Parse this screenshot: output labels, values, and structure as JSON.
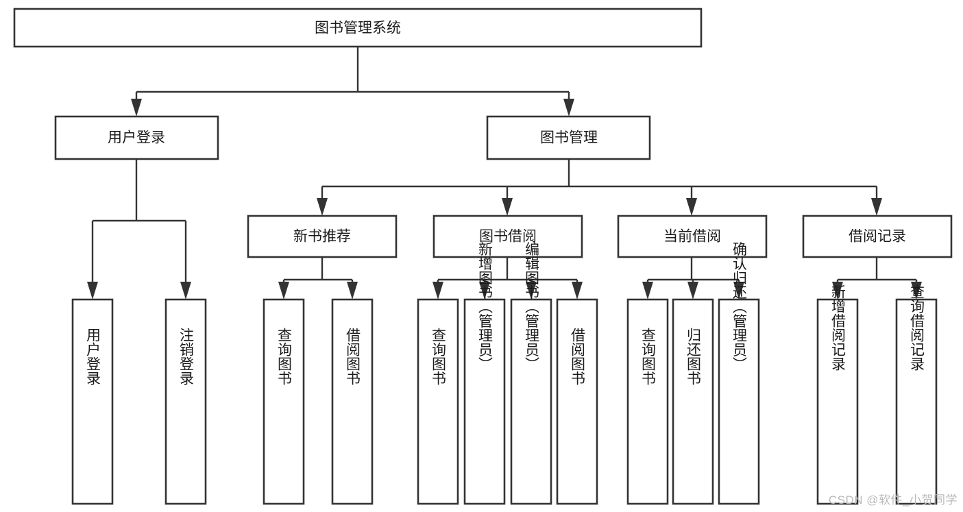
{
  "diagram": {
    "type": "tree-hierarchy-chart",
    "title": "图书管理系统",
    "colors": {
      "box_stroke": "#333333",
      "box_fill": "#ffffff",
      "text": "#1b1b1b",
      "canvas": "#ffffff",
      "watermark": "#b9b9b9"
    },
    "levels": [
      {
        "level": 1,
        "nodes": [
          {
            "id": "root",
            "label": "图书管理系统",
            "orientation": "horizontal"
          }
        ]
      },
      {
        "level": 2,
        "nodes": [
          {
            "id": "user-login",
            "label": "用户登录",
            "orientation": "horizontal",
            "parent": "root"
          },
          {
            "id": "book-manage",
            "label": "图书管理",
            "orientation": "horizontal",
            "parent": "root"
          }
        ]
      },
      {
        "level": 3,
        "nodes": [
          {
            "id": "new-book-rec",
            "label": "新书推荐",
            "orientation": "horizontal",
            "parent": "book-manage"
          },
          {
            "id": "book-borrow",
            "label": "图书借阅",
            "orientation": "horizontal",
            "parent": "book-manage"
          },
          {
            "id": "current-borrow",
            "label": "当前借阅",
            "orientation": "horizontal",
            "parent": "book-manage"
          },
          {
            "id": "borrow-record",
            "label": "借阅记录",
            "orientation": "horizontal",
            "parent": "book-manage"
          }
        ]
      },
      {
        "level": 4,
        "nodes": [
          {
            "id": "leaf-user-login",
            "label": "用户登录",
            "orientation": "vertical",
            "parent": "user-login"
          },
          {
            "id": "leaf-logout",
            "label": "注销登录",
            "orientation": "vertical",
            "parent": "user-login"
          },
          {
            "id": "leaf-query-book-1",
            "label": "查询图书",
            "orientation": "vertical",
            "parent": "new-book-rec"
          },
          {
            "id": "leaf-borrow-book-1",
            "label": "借阅图书",
            "orientation": "vertical",
            "parent": "new-book-rec"
          },
          {
            "id": "leaf-query-book-2",
            "label": "查询图书",
            "orientation": "vertical",
            "parent": "book-borrow"
          },
          {
            "id": "leaf-add-book",
            "label": "新增图书（管理员）",
            "orientation": "vertical",
            "parent": "book-borrow"
          },
          {
            "id": "leaf-edit-book",
            "label": "编辑图书（管理员）",
            "orientation": "vertical",
            "parent": "book-borrow"
          },
          {
            "id": "leaf-borrow-book-2",
            "label": "借阅图书",
            "orientation": "vertical",
            "parent": "book-borrow"
          },
          {
            "id": "leaf-query-book-3",
            "label": "查询图书",
            "orientation": "vertical",
            "parent": "current-borrow"
          },
          {
            "id": "leaf-return-book",
            "label": "归还图书",
            "orientation": "vertical",
            "parent": "current-borrow"
          },
          {
            "id": "leaf-confirm-return",
            "label": "确认归还（管理员）",
            "orientation": "vertical",
            "parent": "current-borrow"
          },
          {
            "id": "leaf-add-record",
            "label": "新增借阅记录",
            "orientation": "vertical",
            "parent": "borrow-record"
          },
          {
            "id": "leaf-query-record",
            "label": "查询借阅记录",
            "orientation": "vertical",
            "parent": "borrow-record"
          }
        ]
      }
    ]
  },
  "watermark": {
    "text": "CSDN @软件_小贺同学"
  }
}
